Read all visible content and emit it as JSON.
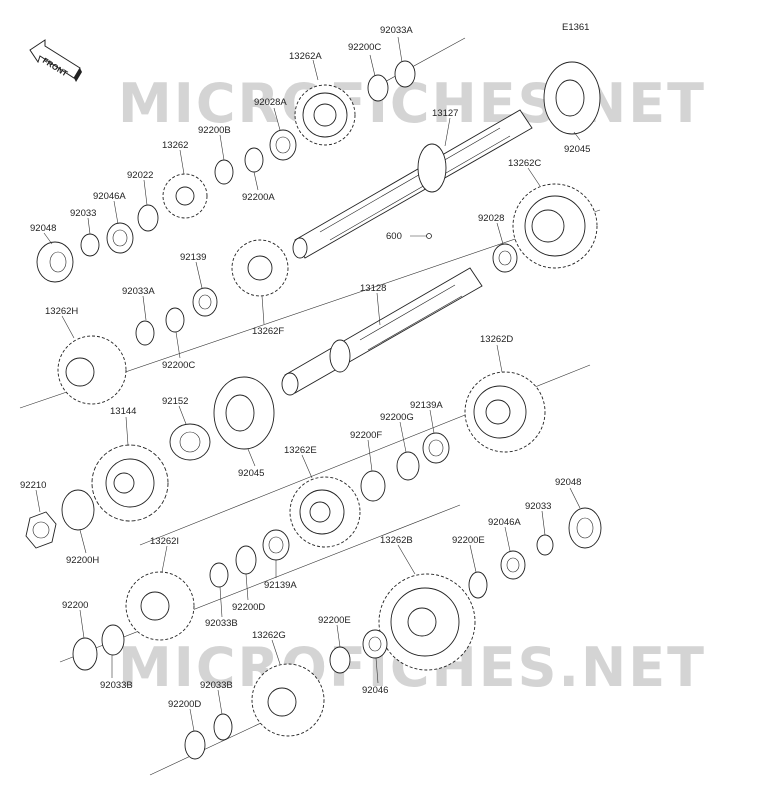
{
  "diagram": {
    "code": "E1361",
    "front_label": "FRONT",
    "watermark": "MICROFICHES.NET",
    "parts": [
      {
        "id": "p-13262a",
        "label": "13262A"
      },
      {
        "id": "p-92200c-top",
        "label": "92200C"
      },
      {
        "id": "p-92033a-top",
        "label": "92033A"
      },
      {
        "id": "p-92028a",
        "label": "92028A"
      },
      {
        "id": "p-92200b",
        "label": "92200B"
      },
      {
        "id": "p-13262",
        "label": "13262"
      },
      {
        "id": "p-92022",
        "label": "92022"
      },
      {
        "id": "p-92046a-top",
        "label": "92046A"
      },
      {
        "id": "p-92033-top",
        "label": "92033"
      },
      {
        "id": "p-92048-top",
        "label": "92048"
      },
      {
        "id": "p-92200a",
        "label": "92200A"
      },
      {
        "id": "p-13127",
        "label": "13127"
      },
      {
        "id": "p-92045-top",
        "label": "92045"
      },
      {
        "id": "p-13262c",
        "label": "13262C"
      },
      {
        "id": "p-92028",
        "label": "92028"
      },
      {
        "id": "p-600",
        "label": "600"
      },
      {
        "id": "p-92139",
        "label": "92139"
      },
      {
        "id": "p-92033a-mid",
        "label": "92033A"
      },
      {
        "id": "p-13262f",
        "label": "13262F"
      },
      {
        "id": "p-13128",
        "label": "13128"
      },
      {
        "id": "p-13262h",
        "label": "13262H"
      },
      {
        "id": "p-92200c-mid",
        "label": "92200C"
      },
      {
        "id": "p-13262d",
        "label": "13262D"
      },
      {
        "id": "p-13144",
        "label": "13144"
      },
      {
        "id": "p-92152",
        "label": "92152"
      },
      {
        "id": "p-92139a-top",
        "label": "92139A"
      },
      {
        "id": "p-92200g",
        "label": "92200G"
      },
      {
        "id": "p-92200f",
        "label": "92200F"
      },
      {
        "id": "p-92045-mid",
        "label": "92045"
      },
      {
        "id": "p-13262e",
        "label": "13262E"
      },
      {
        "id": "p-92048-low",
        "label": "92048"
      },
      {
        "id": "p-92210",
        "label": "92210"
      },
      {
        "id": "p-92033-low",
        "label": "92033"
      },
      {
        "id": "p-92046a-low",
        "label": "92046A"
      },
      {
        "id": "p-92200h",
        "label": "92200H"
      },
      {
        "id": "p-13262i",
        "label": "13262I"
      },
      {
        "id": "p-13262b",
        "label": "13262B"
      },
      {
        "id": "p-92200e-right",
        "label": "92200E"
      },
      {
        "id": "p-92139a-low",
        "label": "92139A"
      },
      {
        "id": "p-92200d-mid",
        "label": "92200D"
      },
      {
        "id": "p-92200",
        "label": "92200"
      },
      {
        "id": "p-92033b-mid",
        "label": "92033B"
      },
      {
        "id": "p-92200e-low",
        "label": "92200E"
      },
      {
        "id": "p-13262g",
        "label": "13262G"
      },
      {
        "id": "p-92046",
        "label": "92046"
      },
      {
        "id": "p-92033b-low",
        "label": "92033B"
      },
      {
        "id": "p-92033b-left",
        "label": "92033B"
      },
      {
        "id": "p-92200d-low",
        "label": "92200D"
      }
    ]
  }
}
